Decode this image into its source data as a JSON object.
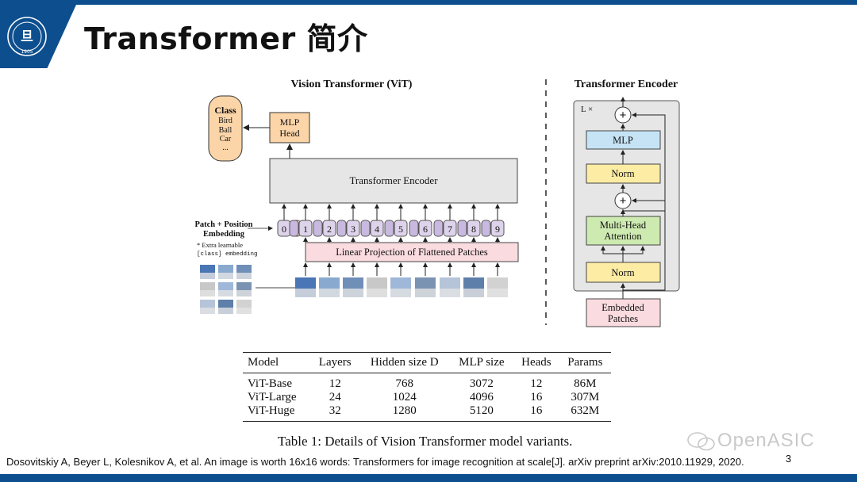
{
  "slide": {
    "title": "Transformer 简介",
    "logo": {
      "text": "1905"
    },
    "page_number": "3",
    "watermark": "OpenASIC",
    "citation": "Dosovitskiy A, Beyer L, Kolesnikov A, et al. An image is worth  16x16 words: Transformers  for image recognition at scale[J]. arXiv preprint arXiv:2010.11929, 2020."
  },
  "vit": {
    "title": "Vision Transformer (ViT)",
    "class_box": {
      "title": "Class",
      "items": [
        "Bird",
        "Ball",
        "Car",
        "..."
      ]
    },
    "mlp_head": [
      "MLP",
      "Head"
    ],
    "encoder_label": "Transformer Encoder",
    "embedding_label": [
      "Patch + Position",
      "Embedding"
    ],
    "extra_note": [
      "* Extra learnable",
      "[class] embedding"
    ],
    "linear_projection": "Linear Projection of Flattened Patches",
    "token_numbers": [
      "0",
      "1",
      "2",
      "3",
      "4",
      "5",
      "6",
      "7",
      "8",
      "9"
    ],
    "class_token_star": "*"
  },
  "encoder": {
    "title": "Transformer Encoder",
    "repeat": "L ×",
    "plus": "+",
    "mlp": "MLP",
    "norm": "Norm",
    "attention": [
      "Multi-Head",
      "Attention"
    ],
    "embedded": [
      "Embedded",
      "Patches"
    ]
  },
  "table": {
    "caption": "Table 1: Details of Vision Transformer model variants.",
    "headers": [
      "Model",
      "Layers",
      "Hidden size D",
      "MLP size",
      "Heads",
      "Params"
    ],
    "rows": [
      [
        "ViT-Base",
        "12",
        "768",
        "3072",
        "12",
        "86M"
      ],
      [
        "ViT-Large",
        "24",
        "1024",
        "4096",
        "16",
        "307M"
      ],
      [
        "ViT-Huge",
        "32",
        "1280",
        "5120",
        "16",
        "632M"
      ]
    ]
  },
  "colors": {
    "brand_blue": "#0d4f8e",
    "class_box": "#fbd5a8",
    "encoder_box": "#e6e6e6",
    "projection": "#fadbdf",
    "token_purple": "#ddd3ea",
    "mlp_blue": "#c5e3f5",
    "norm_yellow": "#fdeda4",
    "attention_green": "#cdeab0"
  }
}
